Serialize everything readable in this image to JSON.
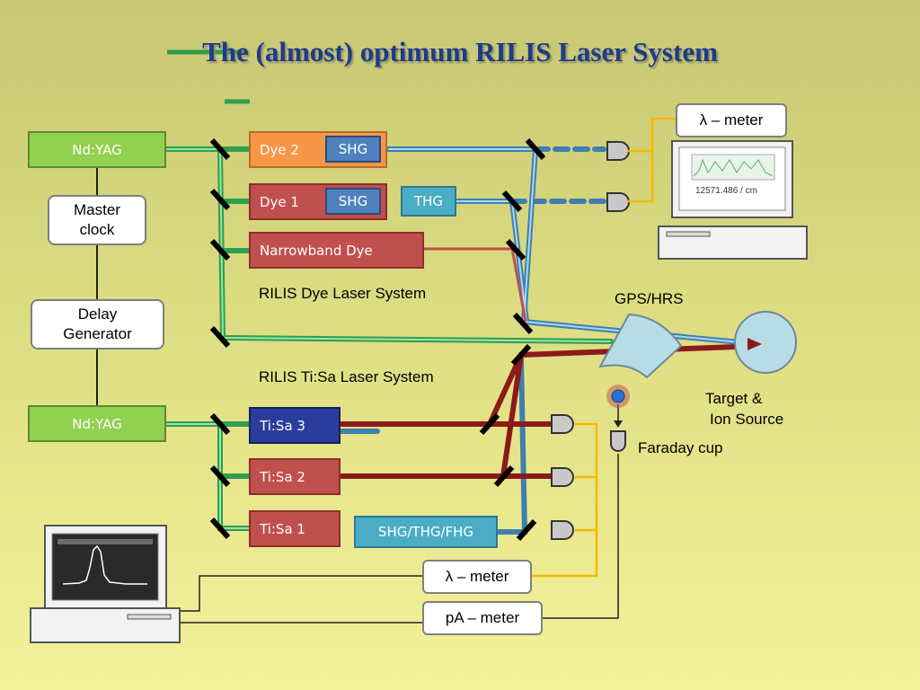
{
  "title": "The (almost) optimum RILIS Laser System",
  "boxes": {
    "ndyag_top": "Nd:YAG",
    "master_clock_line1": "Master",
    "master_clock_line2": "clock",
    "delay_line1": "Delay",
    "delay_line2": "Generator",
    "ndyag_bottom": "Nd:YAG",
    "dye2": "Dye 2",
    "dye2_shg": "SHG",
    "dye1": "Dye 1",
    "dye1_shg": "SHG",
    "dye1_thg": "THG",
    "narrowband": "Narrowband Dye",
    "tisa3": "Ti:Sa 3",
    "tisa2": "Ti:Sa 2",
    "tisa1": "Ti:Sa 1",
    "harmonics": "SHG/THG/FHG",
    "lambda_meter_top": "λ – meter",
    "lambda_meter_bottom": "λ – meter",
    "pa_meter": "pA – meter"
  },
  "labels": {
    "dye_system": "RILIS Dye Laser System",
    "tisa_system": "RILIS Ti:Sa Laser System",
    "gps_hrs": "GPS/HRS",
    "target_line1": "Target &",
    "target_line2": "Ion Source",
    "faraday": "Faraday cup",
    "wavenumber": "12571.486 / cm"
  },
  "colors": {
    "green_beam": "#2e9e4f",
    "blue_beam": "#5aa0d0",
    "red_beam": "#8b1a1a",
    "yellow_wire": "#f5b800"
  }
}
